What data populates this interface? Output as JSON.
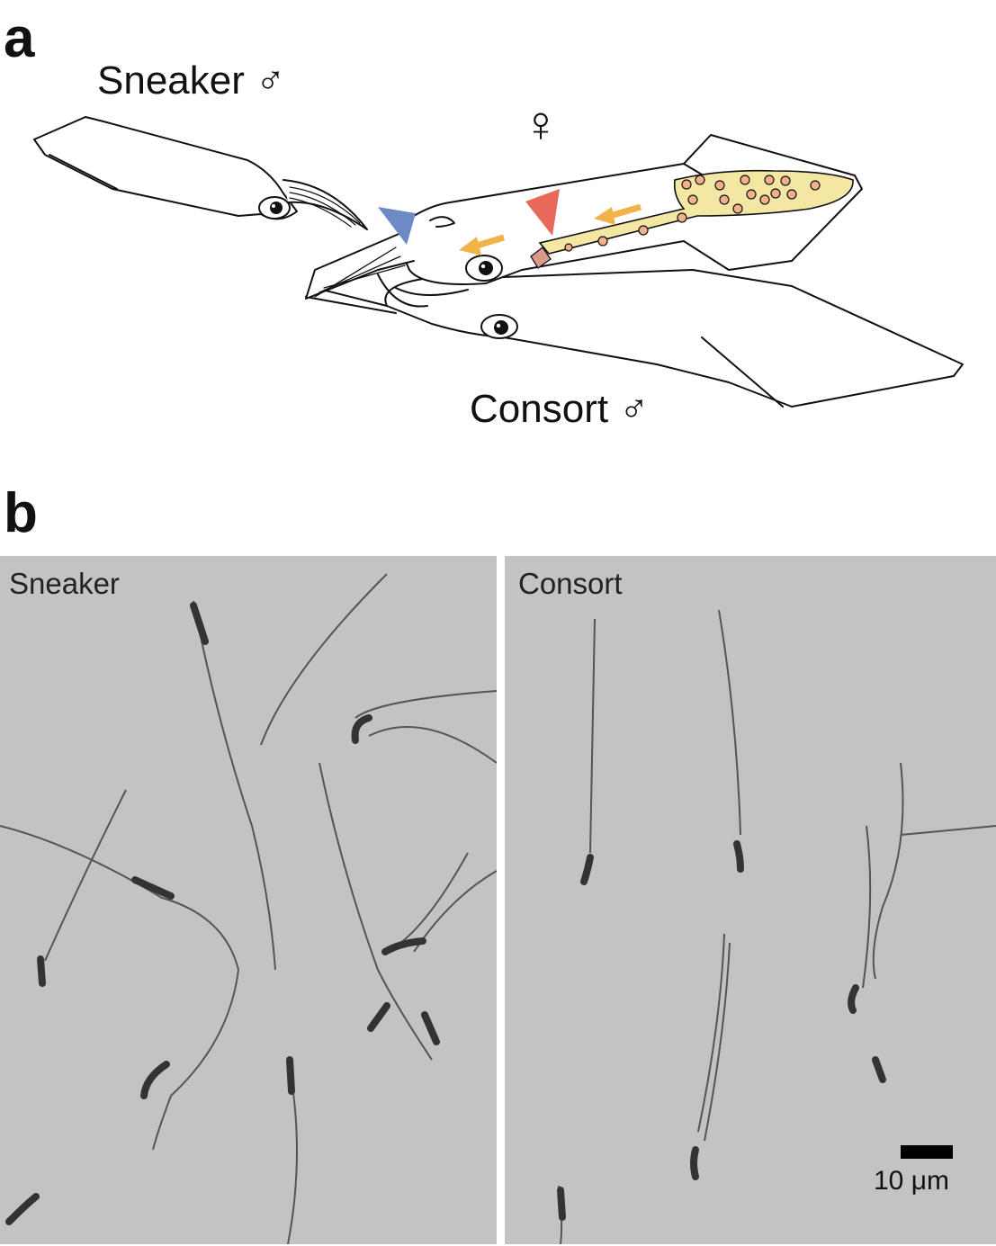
{
  "panel_a": {
    "letter": "a",
    "sneaker_label": "Sneaker ♂",
    "female_symbol": "♀",
    "consort_label": "Consort ♂"
  },
  "panel_b": {
    "letter": "b",
    "left_label": "Sneaker",
    "right_label": "Consort",
    "scale_label": "10 μm"
  },
  "colors": {
    "sneaker_arrowhead": "#6e8ac6",
    "consort_arrowhead": "#e8685a",
    "sperm_flow_arrows": "#f2b24a",
    "spermatophore_fill": "#f3e7a3",
    "sperm_mass_dots": "#f2b18a",
    "micrograph_bg": "#c3c3c3"
  }
}
